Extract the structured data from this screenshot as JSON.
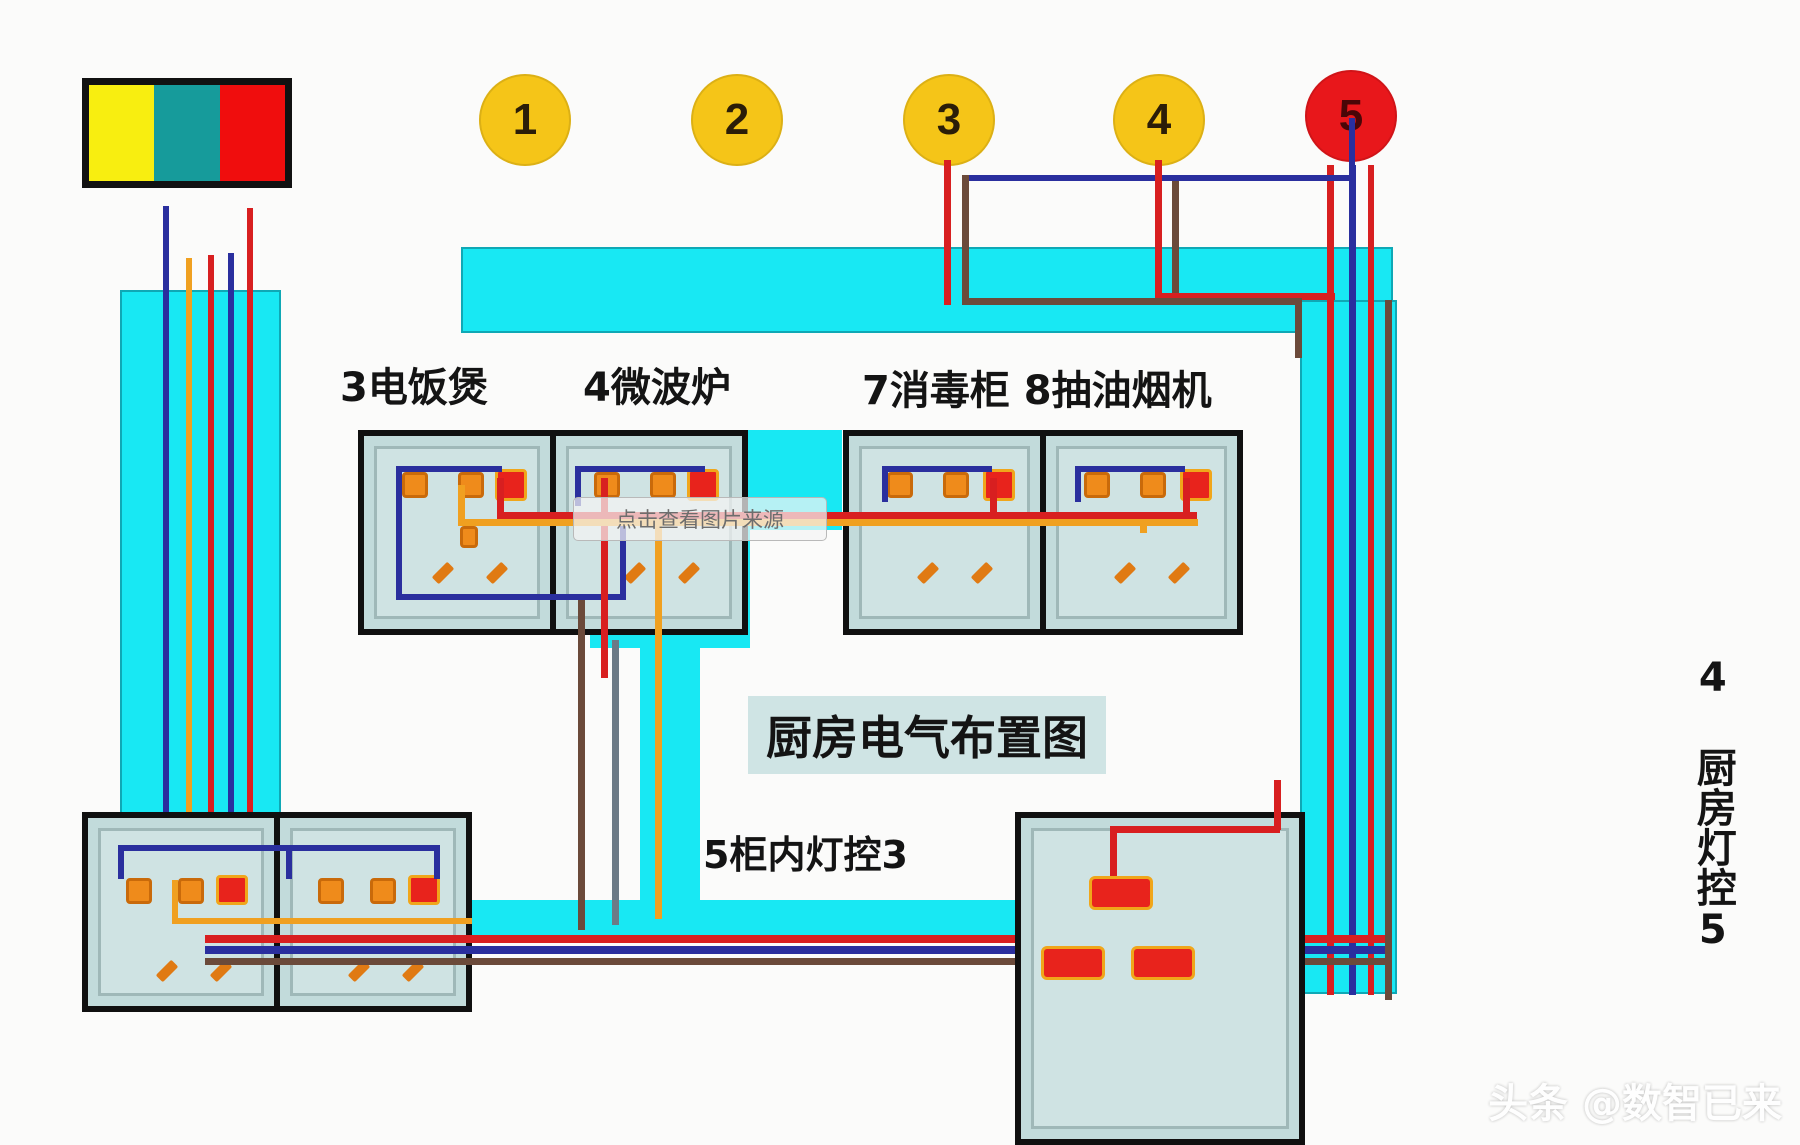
{
  "diagram": {
    "title": "厨房电气布置图",
    "tooltip": "点击查看图片来源",
    "watermark": "头条 @数智已来"
  },
  "legend": {
    "name": "wire-color-legend",
    "swatches": [
      {
        "name": "yellow",
        "color": "#f8ee10"
      },
      {
        "name": "teal",
        "color": "#169b9b"
      },
      {
        "name": "red",
        "color": "#f00d0d"
      }
    ]
  },
  "markers": [
    {
      "label": "1",
      "color": "#f5c518",
      "kind": "gold"
    },
    {
      "label": "2",
      "color": "#f5c518",
      "kind": "gold"
    },
    {
      "label": "3",
      "color": "#f5c518",
      "kind": "gold"
    },
    {
      "label": "4",
      "color": "#f5c518",
      "kind": "gold"
    },
    {
      "label": "5",
      "color": "#e8171b",
      "kind": "red"
    }
  ],
  "device_labels": [
    {
      "text": "3电饭煲"
    },
    {
      "text": "4微波炉"
    },
    {
      "text": "7消毒柜 8抽油烟机"
    }
  ],
  "cabinet_label": "5柜内灯控3",
  "vertical_label": "4 厨房灯控5",
  "wire_colors": {
    "blue": "#2a2f9e",
    "red": "#d81f20",
    "orange": "#f0a020",
    "brown": "#6b4a3a",
    "grey": "#6c7a86",
    "cyan_wall": "#18e8f3",
    "panel_fill": "#c2dbdb"
  }
}
